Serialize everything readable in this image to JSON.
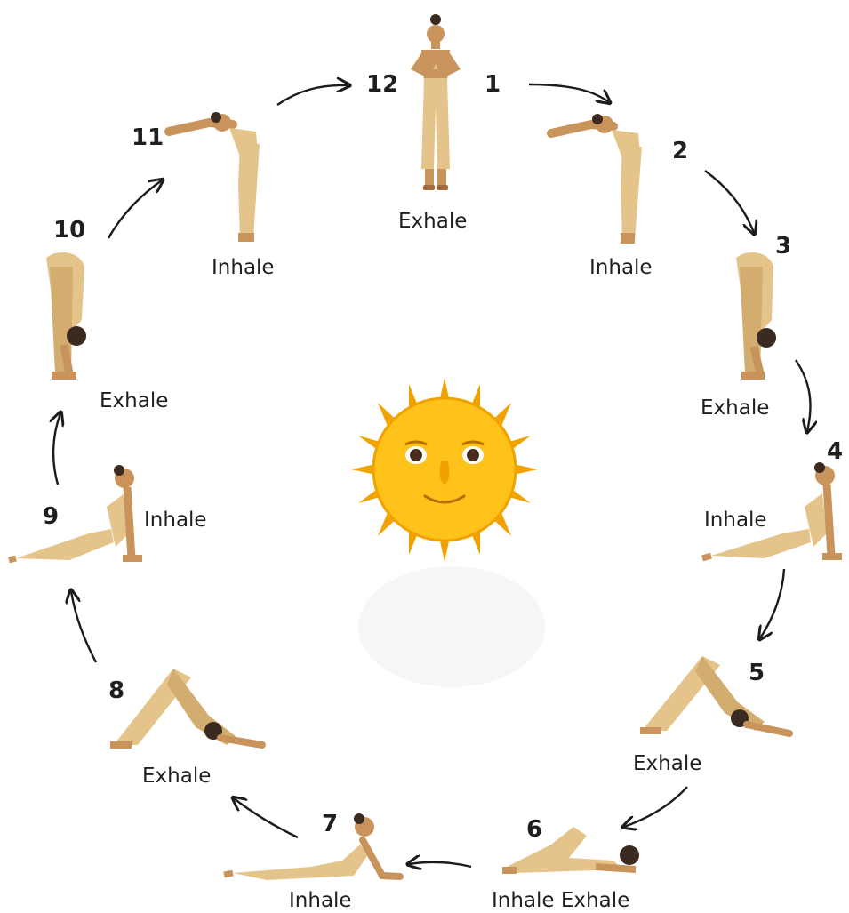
{
  "steps": [
    {
      "num": "1",
      "breath": "Exhale"
    },
    {
      "num": "2",
      "breath": "Inhale"
    },
    {
      "num": "3",
      "breath": "Exhale"
    },
    {
      "num": "4",
      "breath": "Inhale"
    },
    {
      "num": "5",
      "breath": "Exhale"
    },
    {
      "num": "6",
      "breath": "Inhale Exhale"
    },
    {
      "num": "7",
      "breath": "Inhale"
    },
    {
      "num": "8",
      "breath": "Exhale"
    },
    {
      "num": "9",
      "breath": "Inhale"
    },
    {
      "num": "10",
      "breath": "Exhale"
    },
    {
      "num": "11",
      "breath": "Inhale"
    },
    {
      "num": "12",
      "breath": ""
    }
  ],
  "colors": {
    "skin": "#c9935c",
    "skin_dark": "#a36b3b",
    "outfit": "#e4c48b",
    "outfit_shade": "#d3ad70",
    "hair": "#3a2a20",
    "sun": "#ffc21a",
    "sun_edge": "#f2a200",
    "arrow": "#1c1c1c"
  },
  "icons": {
    "center": "sun-face-icon"
  }
}
